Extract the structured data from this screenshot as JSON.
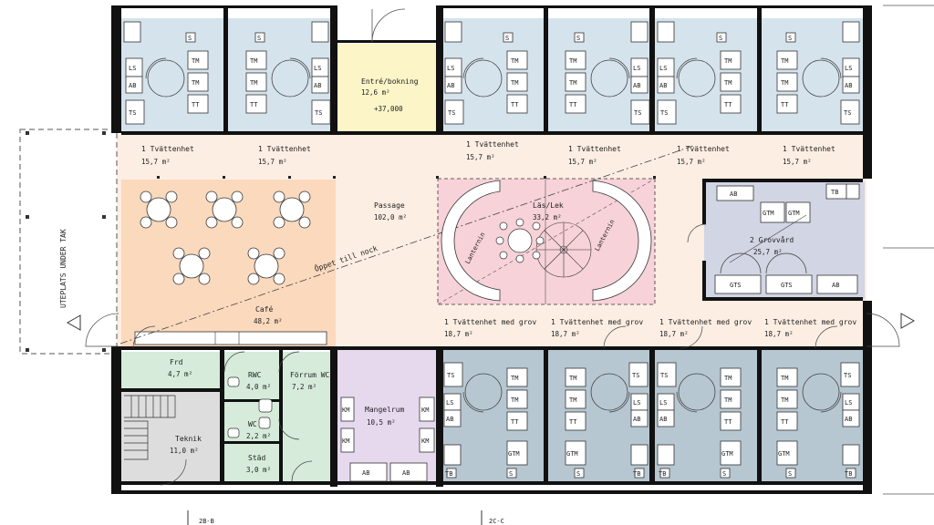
{
  "rooms": {
    "entry": {
      "label": "Entré/bokning",
      "area": "12,6 m²",
      "level": "+37,000"
    },
    "passage": {
      "label": "Passage",
      "area": "102,0 m²"
    },
    "lek": {
      "label": "Läs/Lek",
      "area": "33,2 m²"
    },
    "cafe": {
      "label": "Café",
      "area": "48,2 m²"
    },
    "grovvard": {
      "label": "2 Grovvård",
      "area": "25,7 m²"
    },
    "frd": {
      "label": "Frd",
      "area": "4,7 m²"
    },
    "teknik": {
      "label": "Teknik",
      "area": "11,0 m²"
    },
    "rwc": {
      "label": "RWC",
      "area": "4,0 m²"
    },
    "wc": {
      "label": "WC",
      "area": "2,2 m²"
    },
    "stad": {
      "label": "Städ",
      "area": "3,0 m²"
    },
    "forrum": {
      "label": "Förrum WC",
      "area": "7,2 m²"
    },
    "mangel": {
      "label": "Mangelrum",
      "area": "10,5 m²"
    }
  },
  "laundry_top": [
    {
      "label": "1 Tvättenhet",
      "area": "15,7 m²"
    },
    {
      "label": "1 Tvättenhet",
      "area": "15,7 m²"
    },
    {
      "label": "1 Tvättenhet",
      "area": "15,7 m²"
    },
    {
      "label": "1 Tvättenhet",
      "area": "15,7 m²"
    },
    {
      "label": "1 Tvättenhet",
      "area": "15,7 m²"
    },
    {
      "label": "1 Tvättenhet",
      "area": "15,7 m²"
    }
  ],
  "laundry_bottom": [
    {
      "label": "1 Tvättenhet med grov",
      "area": "18,7 m²"
    },
    {
      "label": "1 Tvättenhet med grov",
      "area": "18,7 m²"
    },
    {
      "label": "1 Tvättenhet med grov",
      "area": "18,7 m²"
    },
    {
      "label": "1 Tvättenhet med grov",
      "area": "18,7 m²"
    }
  ],
  "annotations": {
    "oppet": "Öppet till nock",
    "uteplats": "UTEPLATS UNDER TAK",
    "lanternin": "Lanternin",
    "sec1": "2B-B",
    "sec2": "2C-C"
  },
  "fixtures": {
    "tm": "TM",
    "tt": "TT",
    "ts": "TS",
    "ls": "LS",
    "ab": "AB",
    "s": "S",
    "gtm": "GTM",
    "gts": "GTS",
    "tb": "TB",
    "km": "KM"
  }
}
